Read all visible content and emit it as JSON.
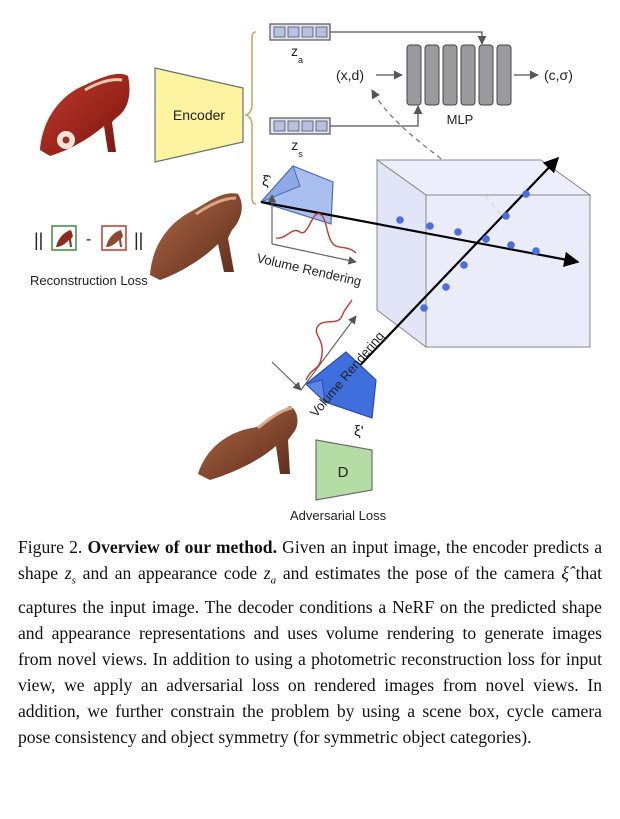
{
  "figure": {
    "encoder_label": "Encoder",
    "z_a_label": "z",
    "z_a_sub": "a",
    "z_s_label": "z",
    "z_s_sub": "s",
    "xd_label": "(x,d)",
    "mlp_label": "MLP",
    "c_sigma_label": "(c,σ)",
    "xi_hat_label": "ξ̂",
    "xi_prime_label": "ξ'",
    "volume_rendering_1": "Volume Rendering",
    "volume_rendering_2": "Volume Rendering",
    "norm_left": "||",
    "norm_minus": "-",
    "norm_right": "||",
    "reconstruction_loss": "Reconstruction Loss",
    "discriminator_label": "D",
    "adversarial_loss": "Adversarial Loss"
  },
  "caption": {
    "figure_number": "Figure 2.",
    "title": "Overview of our method.",
    "part1": "Given an input image, the encoder predicts a shape",
    "zs": "z",
    "zs_sub": "s",
    "part2": "and an appearance code",
    "za": "z",
    "za_sub": "a",
    "part3": "and estimates the pose of the camera",
    "xi": "ξ̂",
    "part4": "that captures the input image. The decoder conditions a NeRF on the predicted shape and appearance representations and uses volume rendering to generate images from novel views. In addition to using a photometric reconstruction loss for input view, we apply an adversarial loss on rendered images from novel views. In addition, we further constrain the problem by using a scene box, cycle camera pose consistency and object symmetry (for symmetric object categories)."
  }
}
